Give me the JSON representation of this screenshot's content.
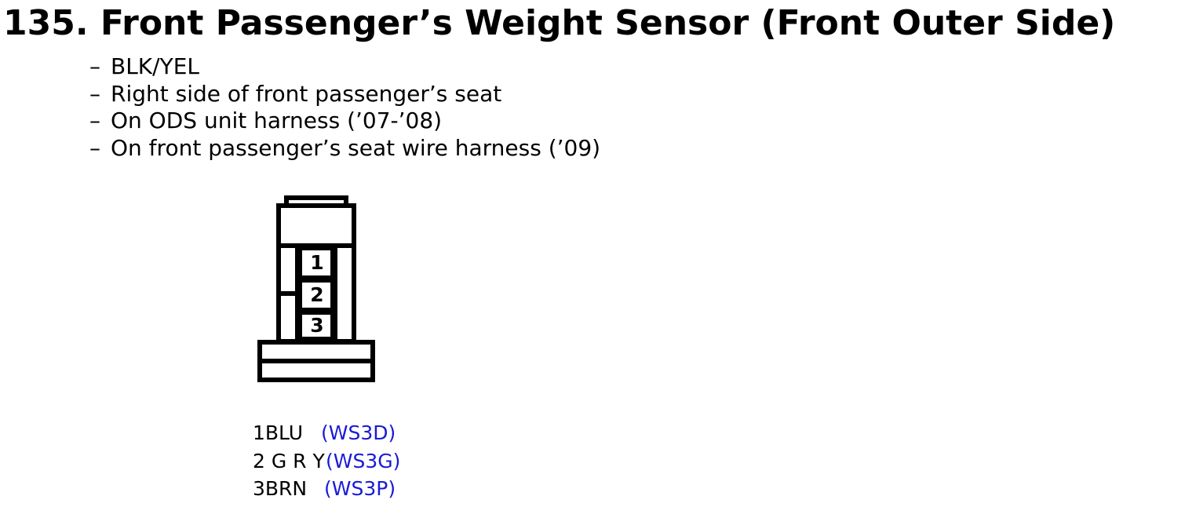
{
  "title": "135. Front Passenger’s Weight Sensor (Front Outer Side)",
  "details": [
    {
      "dash": "–",
      "text": "BLK/YEL"
    },
    {
      "dash": "–",
      "text": "Right side of front passenger’s seat"
    },
    {
      "dash": "–",
      "text": "On ODS unit harness (’07-’08)"
    },
    {
      "dash": "–",
      "text": "On front passenger’s seat wire harness (’09)"
    }
  ],
  "connector": {
    "pins": [
      "1",
      "2",
      "3"
    ]
  },
  "pin_list": [
    {
      "label": "1BLU",
      "code": "(WS3D)"
    },
    {
      "label": "2 G R Y",
      "code": "(WS3G)"
    },
    {
      "label": "3BRN",
      "code": "(WS3P)"
    }
  ],
  "colors": {
    "text": "#000000",
    "code": "#1a1ad6"
  }
}
